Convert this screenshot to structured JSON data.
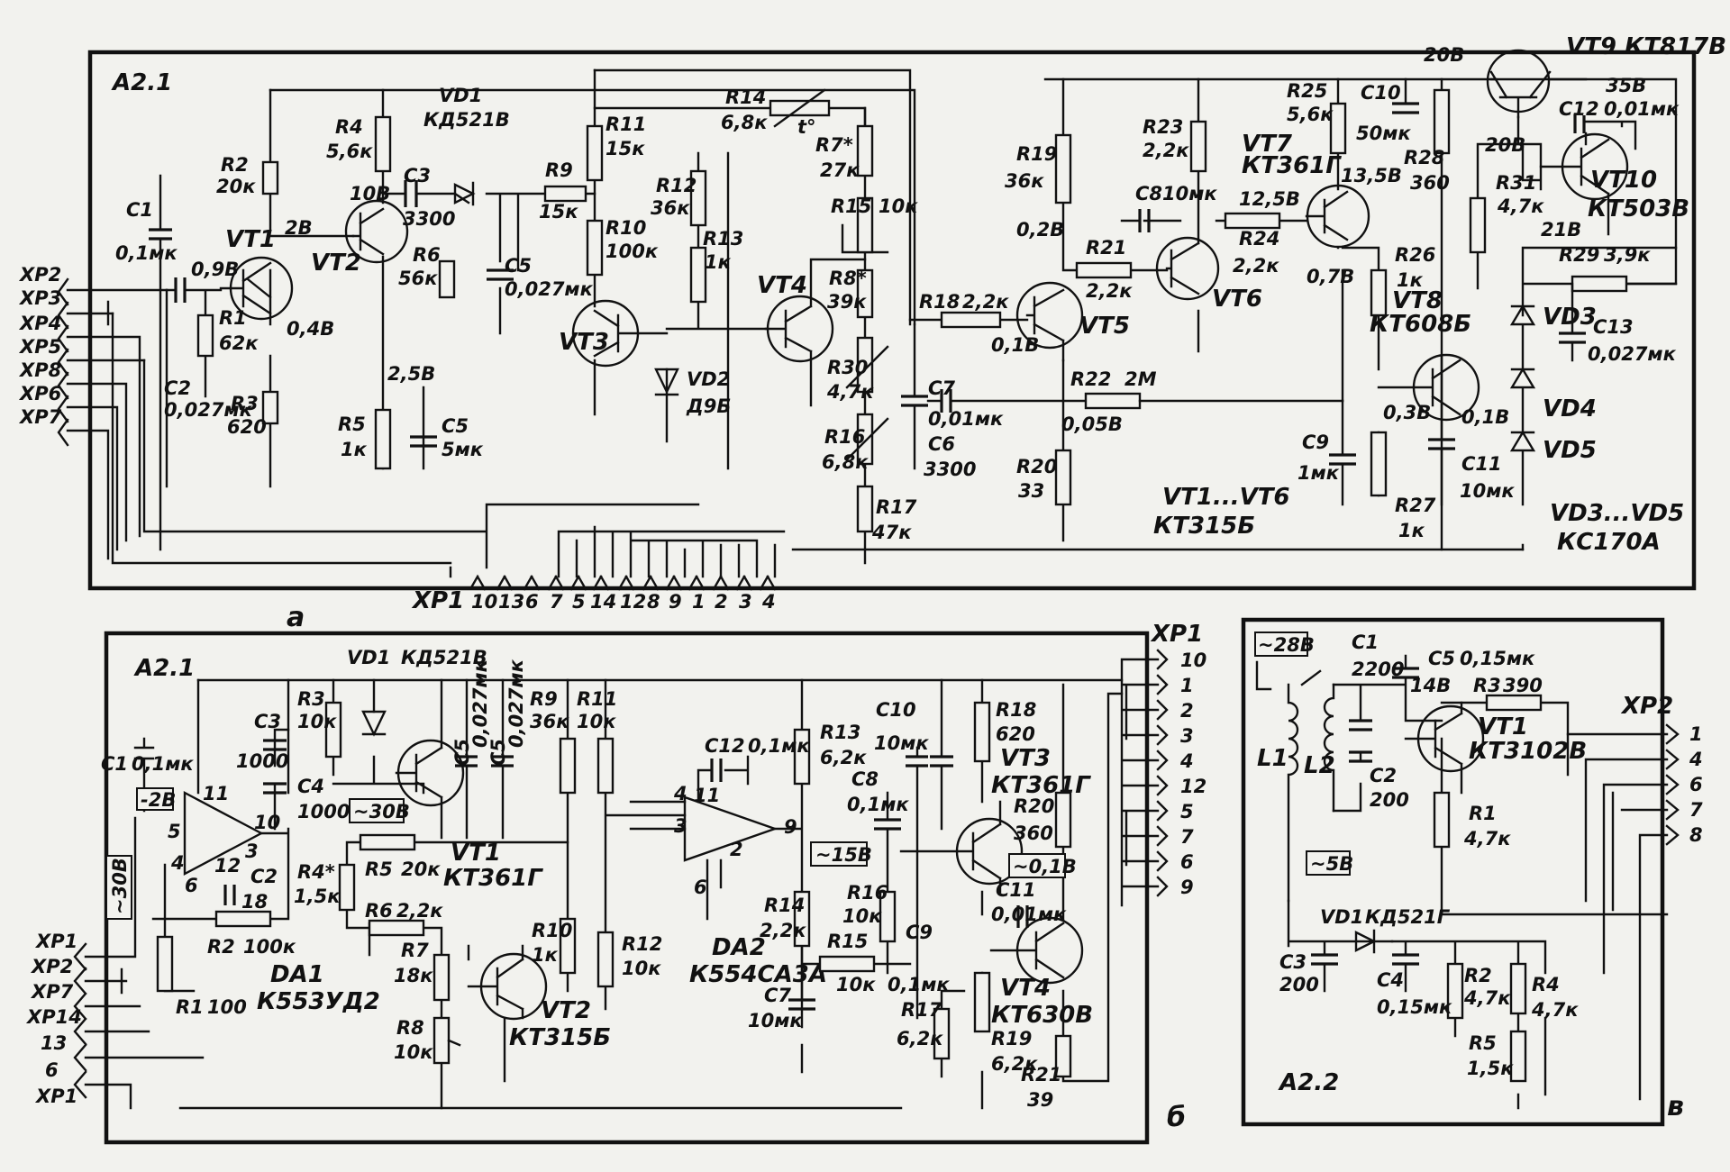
{
  "panel_a": {
    "id": "A2.1",
    "letter": "а",
    "connectors": [
      "XP2",
      "XP3",
      "XP4",
      "XP5",
      "XP8",
      "XP6",
      "XP7"
    ],
    "xp1": {
      "label": "XP1",
      "pins": [
        "10",
        "13",
        "6",
        "7",
        "5",
        "14",
        "12",
        "8",
        "9",
        "1",
        "2",
        "3",
        "4"
      ]
    },
    "components": {
      "r2": [
        "R2",
        "20к"
      ],
      "r4": [
        "R4",
        "5,6к"
      ],
      "vd1": [
        "VD1",
        "КД521В"
      ],
      "r14": [
        "R14",
        "6,8к",
        "t°"
      ],
      "r11": [
        "R11",
        "15к"
      ],
      "r9": [
        "R9",
        "15к"
      ],
      "r7": [
        "R7*",
        "27к"
      ],
      "r12": [
        "R12",
        "36к"
      ],
      "r15": [
        "R15",
        "10к"
      ],
      "r13": [
        "R13",
        "1к"
      ],
      "r6": [
        "R6",
        "56к"
      ],
      "c5a": [
        "C5",
        "0,027мк"
      ],
      "r10": [
        "R10",
        "100к"
      ],
      "c1": [
        "C1",
        "0,1мк"
      ],
      "c2": [
        "C2",
        "0,027мк"
      ],
      "r1": [
        "R1",
        "62к"
      ],
      "r3": [
        "R3",
        "620"
      ],
      "r5": [
        "R5",
        "1к"
      ],
      "c5b": [
        "C5",
        "5мк"
      ],
      "vd2": [
        "VD2",
        "Д9Б"
      ],
      "r8": [
        "R8*",
        "39к"
      ],
      "r30": [
        "R30",
        "4,7к"
      ],
      "r16": [
        "R16",
        "6,8к"
      ],
      "r17": [
        "R17",
        "47к"
      ],
      "c6": [
        "C6",
        "3300"
      ],
      "c3": [
        "C3",
        "3300"
      ],
      "r18": [
        "R18",
        "2,2к"
      ],
      "c7": [
        "C7",
        "0,01мк"
      ],
      "r19": [
        "R19",
        "36к"
      ],
      "r20": [
        "R20",
        "33"
      ],
      "r21": [
        "R21",
        "2,2к"
      ],
      "r22": [
        "R22",
        "2М"
      ],
      "r23": [
        "R23",
        "2,2к"
      ],
      "c8": [
        "C8",
        "10мк"
      ],
      "r24": [
        "R24",
        "2,2к"
      ],
      "r25": [
        "R25",
        "5,6к"
      ],
      "c10": [
        "C10",
        "50мк"
      ],
      "r28": [
        "R28",
        "360"
      ],
      "r26": [
        "R26",
        "1к"
      ],
      "r27": [
        "R27",
        "1к"
      ],
      "c9": [
        "C9",
        "1мк"
      ],
      "c11": [
        "C11",
        "10мк"
      ],
      "c12": [
        "C12",
        "0,01мк"
      ],
      "r31": [
        "R31",
        "4,7к"
      ],
      "r29": [
        "R29",
        "3,9к"
      ],
      "c13": [
        "C13",
        "0,027мк"
      ]
    },
    "transistors": {
      "vt1": "VT1",
      "vt2": "VT2",
      "vt3": "VT3",
      "vt4": "VT4",
      "vt5": "VT5",
      "vt6": "VT6",
      "vt7": "VT7",
      "vt7_type": "КТ361Г",
      "vt8": "VT8",
      "vt8_type": "КТ608Б",
      "vt9": "VT9 КТ817В",
      "vt10": "VT10",
      "vt10_type": "КТ503В"
    },
    "diodes": {
      "vd3": "VD3",
      "vd4": "VD4",
      "vd5": "VD5"
    },
    "voltages": [
      "0,9В",
      "2В",
      "10В",
      "0,4В",
      "2,5В",
      "0,2В",
      "0,1В",
      "0,05В",
      "12,5В",
      "13,5В",
      "0,7В",
      "0,3В",
      "0,1В",
      "20В",
      "35В",
      "20В",
      "21В"
    ],
    "notes": [
      "VT1...VT6",
      "КТ315Б",
      "VD3...VD5",
      "КС170А"
    ]
  },
  "panel_b": {
    "id": "A2.1",
    "letter": "б",
    "connectors_left": [
      "XP1",
      "XP2",
      "XP7",
      "XP14",
      "13",
      "6",
      "XP1"
    ],
    "xp1": {
      "label": "XP1",
      "pins": [
        "10",
        "1",
        "2",
        "3",
        "4",
        "12",
        "5",
        "7",
        "6",
        "9"
      ]
    },
    "components": {
      "vd1": [
        "VD1",
        "КД521В"
      ],
      "c1": [
        "C1",
        "0,1мк"
      ],
      "c3": [
        "C3",
        "1000"
      ],
      "r3": [
        "R3",
        "10к"
      ],
      "c4": [
        "C4",
        "1000"
      ],
      "c5a": [
        "C5",
        "0,027мк"
      ],
      "c5b": [
        "C5",
        "0,027мк"
      ],
      "r9": [
        "R9",
        "36к"
      ],
      "r11": [
        "R11",
        "10к"
      ],
      "c12": [
        "C12",
        "0,1мк"
      ],
      "r13": [
        "R13",
        "6,2к"
      ],
      "c10": [
        "C10",
        "10мк"
      ],
      "r18": [
        "R18",
        "620"
      ],
      "r4": [
        "R4*",
        "1,5к"
      ],
      "r5": [
        "R5",
        "20к"
      ],
      "r6": [
        "R6",
        "2,2к"
      ],
      "r7": [
        "R7",
        "18к"
      ],
      "r8": [
        "R8",
        "10к"
      ],
      "r2": [
        "R2",
        "100к"
      ],
      "r1": [
        "R1",
        "100"
      ],
      "c2": [
        "C2",
        "18"
      ],
      "r10": [
        "R10",
        "1к"
      ],
      "r12": [
        "R12",
        "10к"
      ],
      "r14": [
        "R14",
        "2,2к"
      ],
      "r15": [
        "R15",
        "10к"
      ],
      "r16": [
        "R16",
        "10к"
      ],
      "c7": [
        "C7",
        "10мк"
      ],
      "c8": [
        "C8",
        "0,1мк"
      ],
      "c9": [
        "C9",
        "0,1мк"
      ],
      "r17": [
        "R17",
        "6,2к"
      ],
      "r20": [
        "R20",
        "360"
      ],
      "c11": [
        "C11",
        "0,01мк"
      ],
      "r19": [
        "R19",
        "6,2к"
      ],
      "r21": [
        "R21",
        "39"
      ]
    },
    "chips": {
      "da1": "DA1",
      "da1_type": "К553УД2",
      "da2": "DA2",
      "da2_type": "К554СА3А"
    },
    "transistors": {
      "vt1": "VT1",
      "vt1_type": "КТ361Г",
      "vt2": "VT2",
      "vt2_type": "КТ315Б",
      "vt3": "VT3",
      "vt3_type": "КТ361Г",
      "vt4": "VT4",
      "vt4_type": "КТ630В"
    },
    "boxed": {
      "m2": "-2В",
      "m30a": "~30В",
      "m30b": "~30В",
      "m15": "~15В",
      "m01": "~0,1В"
    },
    "pins": {
      "p11": "11",
      "p5": "5",
      "p4": "4",
      "p6": "6",
      "p12": "12",
      "p3": "3",
      "p10": "10",
      "q4": "4",
      "q3": "3",
      "q11": "11",
      "q9": "9",
      "q2": "2",
      "q6": "6"
    }
  },
  "panel_c": {
    "id": "A2.2",
    "letter": "в",
    "components": {
      "c1": [
        "C1",
        "2200"
      ],
      "c5": [
        "C5",
        "0,15мк"
      ],
      "r3": [
        "R3",
        "390"
      ],
      "vt1": [
        "VT1",
        "КТ3102В"
      ],
      "l1": "L1",
      "l2": "L2",
      "c2": [
        "C2",
        "200"
      ],
      "r1": [
        "R1",
        "4,7к"
      ],
      "vd1": [
        "VD1",
        "КД521Г"
      ],
      "c3": [
        "C3",
        "200"
      ],
      "c4": [
        "C4",
        "0,15мк"
      ],
      "r2": [
        "R2",
        "4,7к"
      ],
      "r4": [
        "R4",
        "4,7к"
      ],
      "r5": [
        "R5",
        "1,5к"
      ]
    },
    "boxed": {
      "m28": "~28В",
      "m5": "~5В"
    },
    "voltages": [
      "14В"
    ],
    "xp2": {
      "label": "XP2",
      "pins": [
        "1",
        "4",
        "6",
        "7",
        "8"
      ]
    }
  }
}
